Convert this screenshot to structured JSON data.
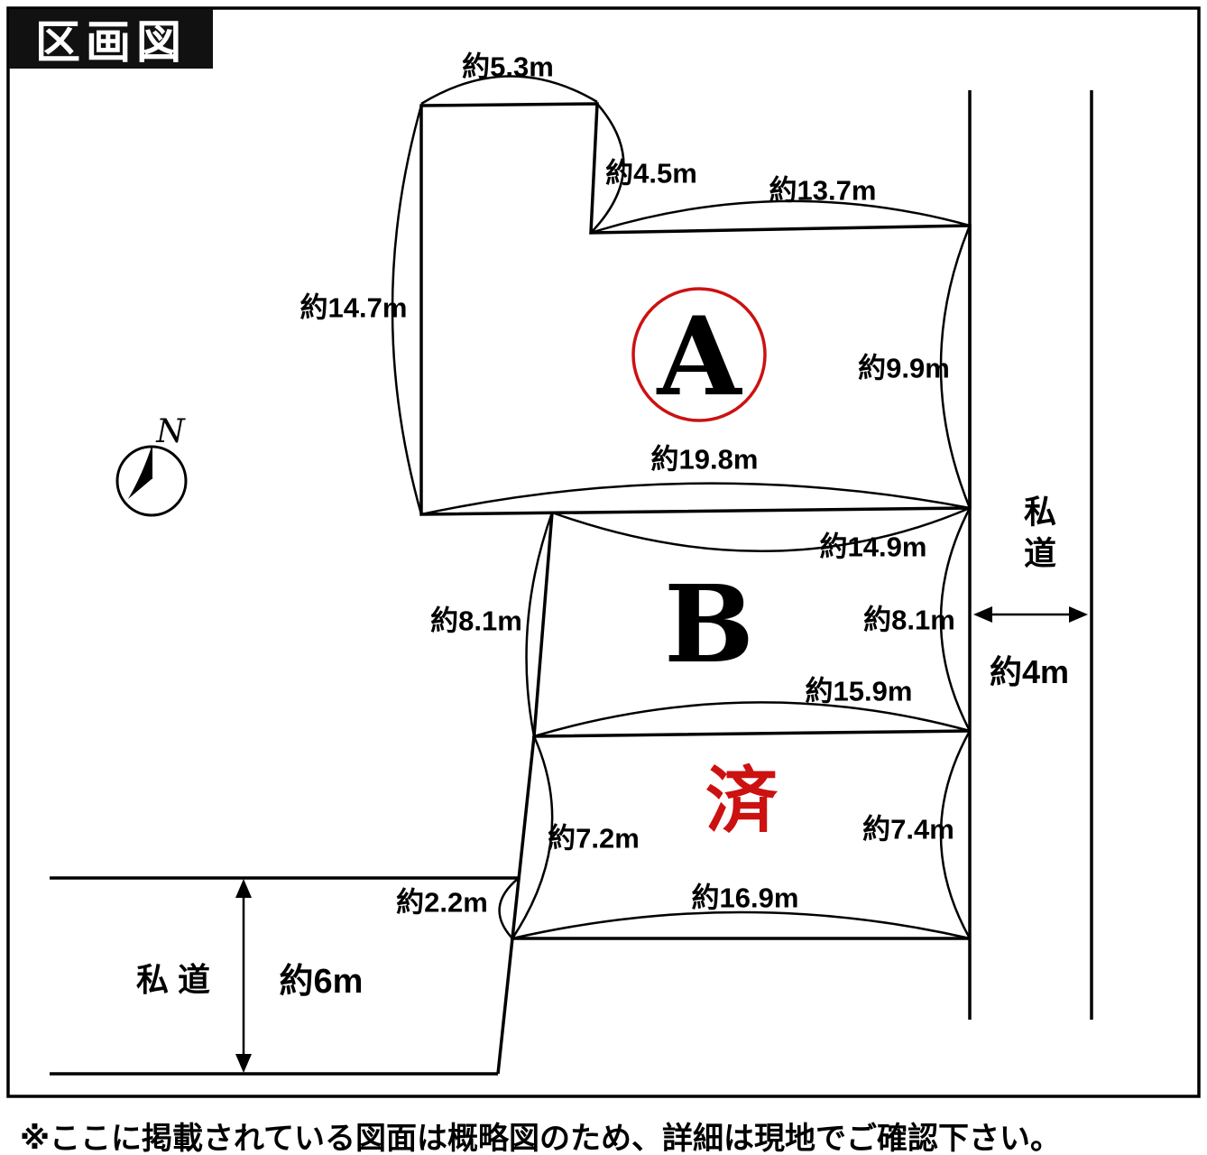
{
  "title": "区画図",
  "compass": {
    "north": "N"
  },
  "lots": {
    "a": "A",
    "b": "B",
    "c_status": "済"
  },
  "dims": {
    "a_top": "約5.3m",
    "a_notch": "約4.5m",
    "a_top_right": "約13.7m",
    "a_left": "約14.7m",
    "a_right": "約9.9m",
    "a_bottom": "約19.8m",
    "b_top": "約14.9m",
    "b_left": "約8.1m",
    "b_right": "約8.1m",
    "b_bottom": "約15.9m",
    "c_left": "約7.2m",
    "c_right": "約7.4m",
    "c_left_lower": "約2.2m",
    "c_bottom": "約16.9m"
  },
  "roads": {
    "right": {
      "label": "私道",
      "width": "約4m"
    },
    "bottom": {
      "label": "私 道",
      "width": "約6m"
    }
  },
  "footer": "※ここに掲載されている図面は概略図のため、詳細は現地でご確認下さい。",
  "colors": {
    "accent_red": "#cc1111",
    "line": "#000000"
  }
}
